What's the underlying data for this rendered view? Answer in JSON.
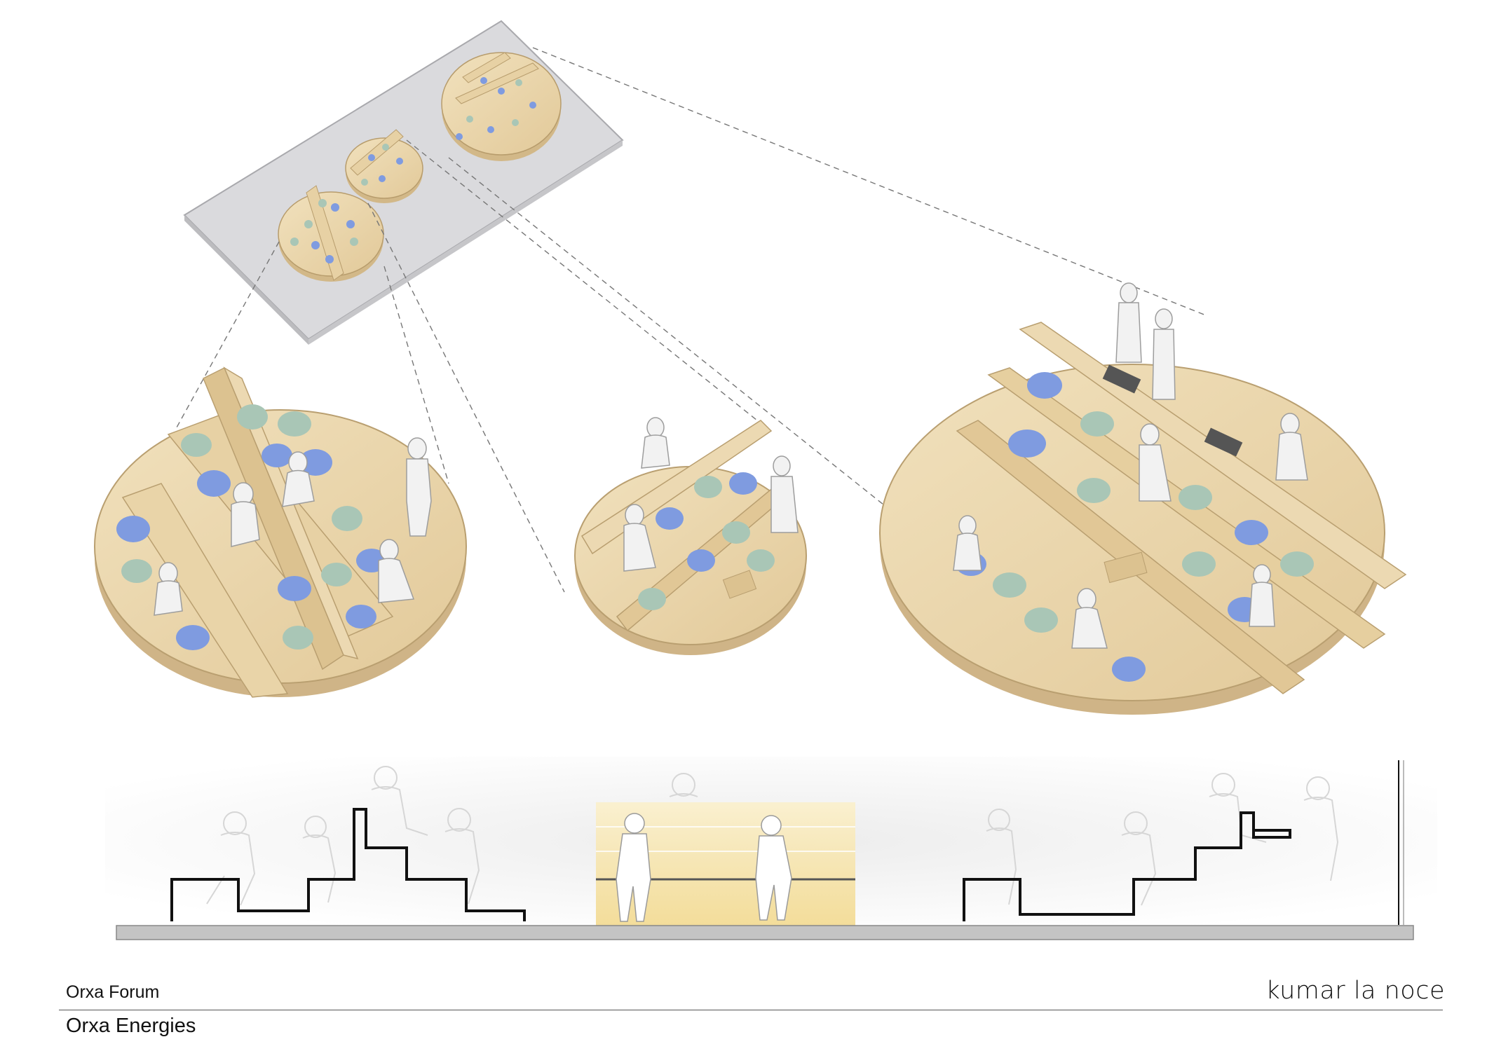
{
  "footer": {
    "project": "Orxa Forum",
    "client": "Orxa Energies",
    "studio": "kumar la noce"
  },
  "colors": {
    "wood": "#ead6ad",
    "wood_dark": "#cdb283",
    "base_plate": "#d9d9dc",
    "cushion_blue": "#7f9be0",
    "cushion_green": "#a9c6b6",
    "figure": "#f0f0f0",
    "section_line": "#111111",
    "ground": "#bdbdbd",
    "backdrop_panel": "#f6e3a6"
  }
}
